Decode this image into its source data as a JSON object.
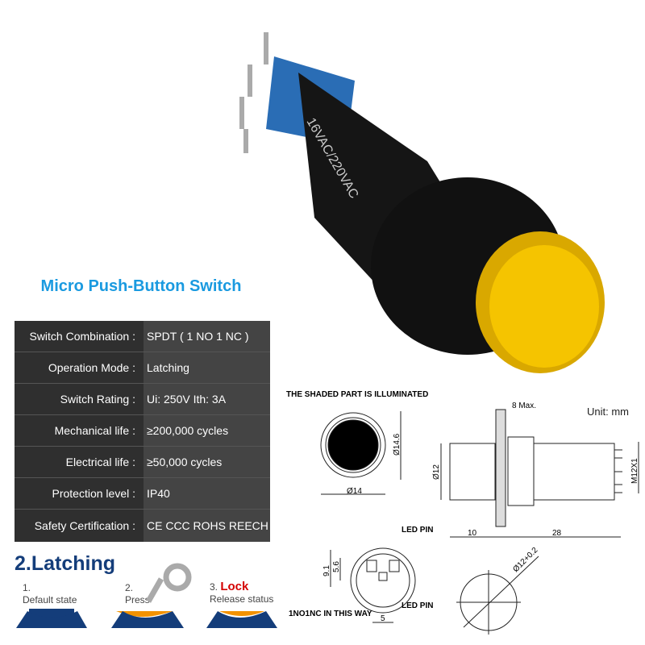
{
  "product_marking": "16VAC/220VAC",
  "title": "Micro Push-Button Switch",
  "specs": [
    {
      "label": "Switch Combination :",
      "value": "SPDT ( 1 NO 1 NC )"
    },
    {
      "label": "Operation Mode :",
      "value": "Latching"
    },
    {
      "label": "Switch Rating :",
      "value": "Ui: 250V  Ith: 3A"
    },
    {
      "label": "Mechanical life :",
      "value": "≥200,000 cycles"
    },
    {
      "label": "Electrical life :",
      "value": "≥50,000 cycles"
    },
    {
      "label": "Protection level :",
      "value": "IP40"
    },
    {
      "label": "Safety Certification :",
      "value": "CE  CCC ROHS REECH"
    }
  ],
  "latching": {
    "heading": "2.Latching",
    "steps": [
      {
        "num": "1.",
        "text": "Default state"
      },
      {
        "num": "2.",
        "text": "Press"
      },
      {
        "num": "3.",
        "highlight": "Lock",
        "text": "Release status"
      }
    ]
  },
  "drawing": {
    "illuminated_note": "THE SHADED PART IS ILLUMINATED",
    "unit": "Unit: mm",
    "dims": {
      "d146": "Ø14.6",
      "d14": "Ø14",
      "max8": "8 Max.",
      "d12": "Ø12",
      "m12": "M12X1",
      "l10": "10",
      "l28": "28",
      "h91": "9.1",
      "h56": "5.6",
      "w5": "5",
      "hole": "Ø12+0.2"
    },
    "led_pin": "LED PIN",
    "wiring_note": "1NO1NC IN THIS WAY"
  },
  "colors": {
    "accent": "#1a9ae0",
    "navy": "#143d7a",
    "orange": "#f39200",
    "lens": "#f5c400"
  }
}
